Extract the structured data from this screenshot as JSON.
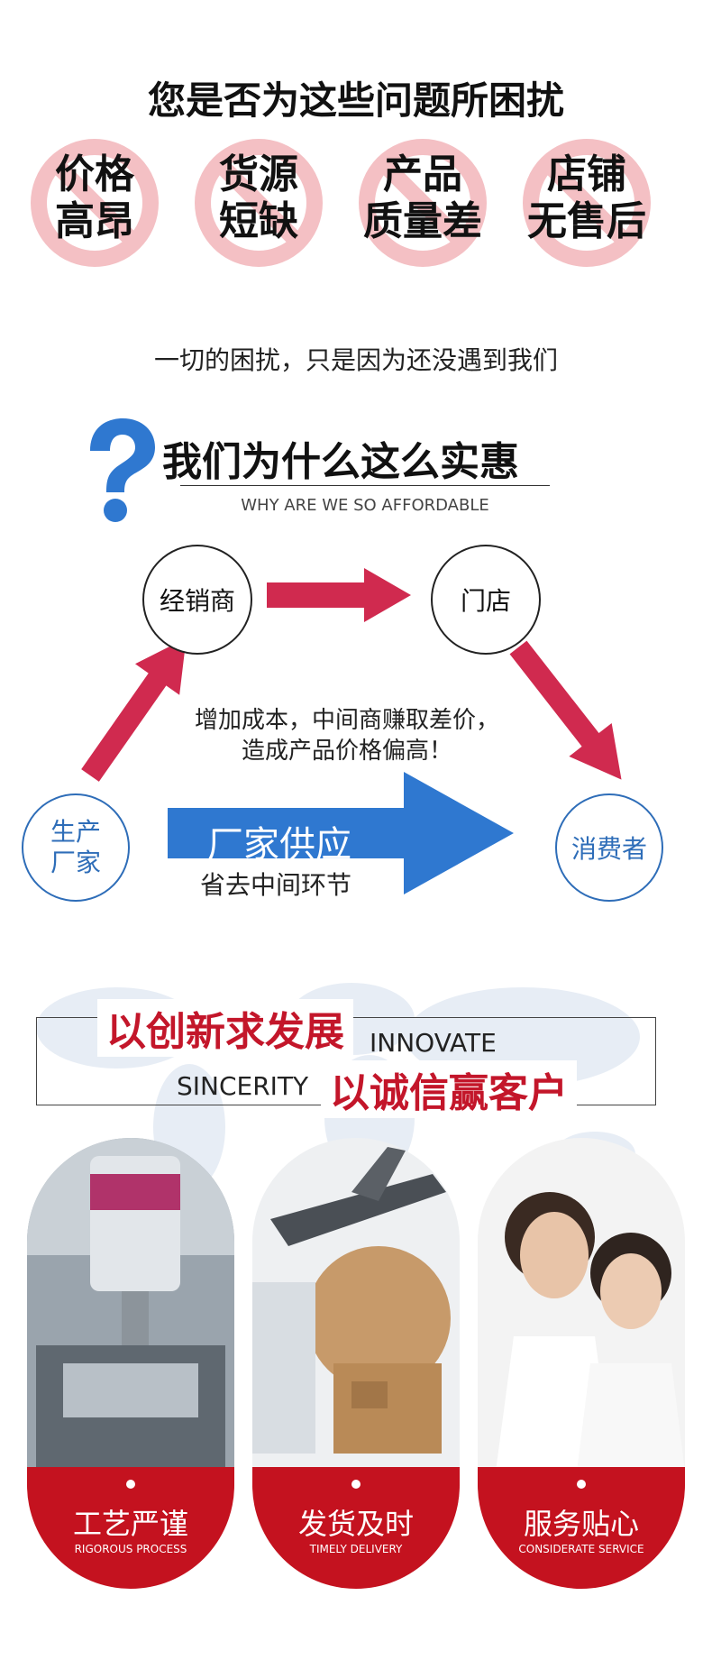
{
  "header": {
    "title": "您是否为这些问题所困扰"
  },
  "problems": [
    {
      "line1": "价格",
      "line2": "高昂"
    },
    {
      "line1": "货源",
      "line2": "短缺"
    },
    {
      "line1": "产品",
      "line2": "质量差"
    },
    {
      "line1": "店铺",
      "line2": "无售后"
    }
  ],
  "subtitle": "一切的困扰，只是因为还没遇到我们",
  "why": {
    "title": "我们为什么这么实惠",
    "subtitle": "WHY ARE WE SO AFFORDABLE"
  },
  "flow": {
    "dealer": "经销商",
    "store": "门店",
    "manufacturer_line1": "生产",
    "manufacturer_line2": "厂家",
    "consumer": "消费者",
    "middle_line1": "增加成本，中间商赚取差价，",
    "middle_line2": "造成产品价格偏高！",
    "direct_title": "厂家供应",
    "direct_sub": "省去中间环节"
  },
  "slogan": {
    "cn1": "以创新求发展",
    "en1": "INNOVATE",
    "en2": "SINCERITY",
    "cn2": "以诚信赢客户"
  },
  "features": [
    {
      "label": "工艺严谨",
      "en": "RIGOROUS PROCESS"
    },
    {
      "label": "发货及时",
      "en": "TIMELY DELIVERY"
    },
    {
      "label": "服务贴心",
      "en": "CONSIDERATE SERVICE"
    }
  ],
  "colors": {
    "accent_red": "#c3162a",
    "arrow_red": "#d02a4f",
    "arrow_blue": "#2f78d0",
    "node_blue": "#2e6db8"
  }
}
